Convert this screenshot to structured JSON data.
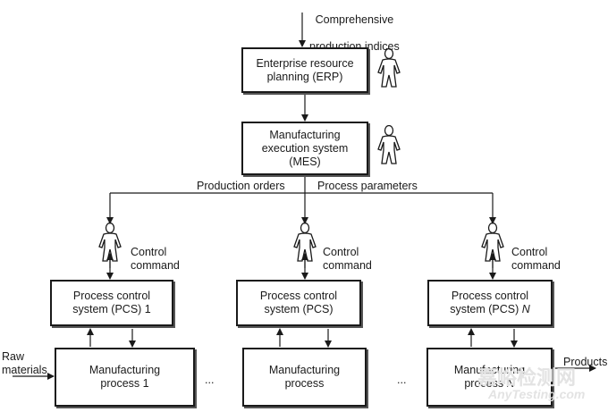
{
  "top_input": {
    "line1": "Comprehensive",
    "line2": "production indices"
  },
  "erp": {
    "text": "Enterprise resource\nplanning (ERP)"
  },
  "mes": {
    "text": "Manufacturing\nexecution system\n(MES)"
  },
  "branch_labels": {
    "left": "Production orders",
    "right": "Process parameters"
  },
  "control": {
    "left": "Control\ncommand",
    "middle": "Control\ncommand",
    "right": "Control\ncommand"
  },
  "pcs": {
    "one": "Process control\nsystem (PCS) 1",
    "middle": "Process control\nsystem (PCS)",
    "n_prefix": "system (PCS) ",
    "line1": "Process control",
    "n_letter": "N"
  },
  "processes": {
    "one": "Manufacturing\nprocess 1",
    "middle": "Manufacturing\nprocess",
    "n_line1": "Manufacturing",
    "n_prefix": "process ",
    "n_letter": "N"
  },
  "raw_materials": "Raw\nmaterials",
  "products": "Products",
  "ellipsis_1": "...",
  "ellipsis_2": "...",
  "watermark": {
    "cn": "嘉峪检测网",
    "en": "AnyTesting.com"
  },
  "colors": {
    "line": "#1a1a1a",
    "shadow": "#555555",
    "watermark": "#e3e3e3"
  },
  "icons": {
    "operator": "person-icon"
  }
}
